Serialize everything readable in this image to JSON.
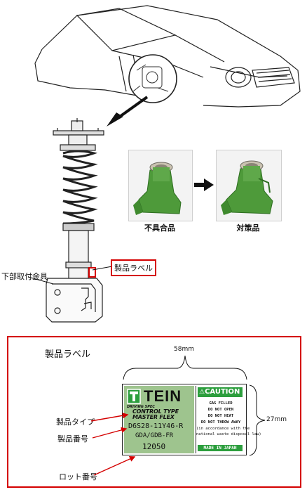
{
  "diagram": {
    "labels": {
      "lower_bracket": "下部取付金具",
      "product_label": "製品ラベル",
      "defective": "不具合品",
      "countermeasure": "対策品",
      "detail_title": "製品ラベル",
      "width_dim": "58mm",
      "height_dim": "27mm",
      "product_type": "製品タイプ",
      "product_number": "製品番号",
      "lot_number": "ロット番号"
    },
    "label_card": {
      "brand": "TEIN",
      "subtitle": "DRIVING SPEC",
      "line1": "CONTROL TYPE",
      "line2": "MASTER FLEX",
      "product_code": "D6S28-11Y46-R",
      "application": "GDA/GDB-FR",
      "lot": "12050",
      "caution_title": "CAUTION",
      "caution_lines": [
        "GAS FILLED",
        "DO NOT OPEN",
        "DO NOT HEAT",
        "DO NOT THROW AWAY",
        "(in accordance with the",
        "national waste disposal law)"
      ],
      "made_in": "MADE IN JAPAN"
    },
    "colors": {
      "frame_red": "#d40000",
      "part_green": "#4e9a3a",
      "label_green": "#9ec48e",
      "caution_green": "#2c9e3d"
    }
  }
}
